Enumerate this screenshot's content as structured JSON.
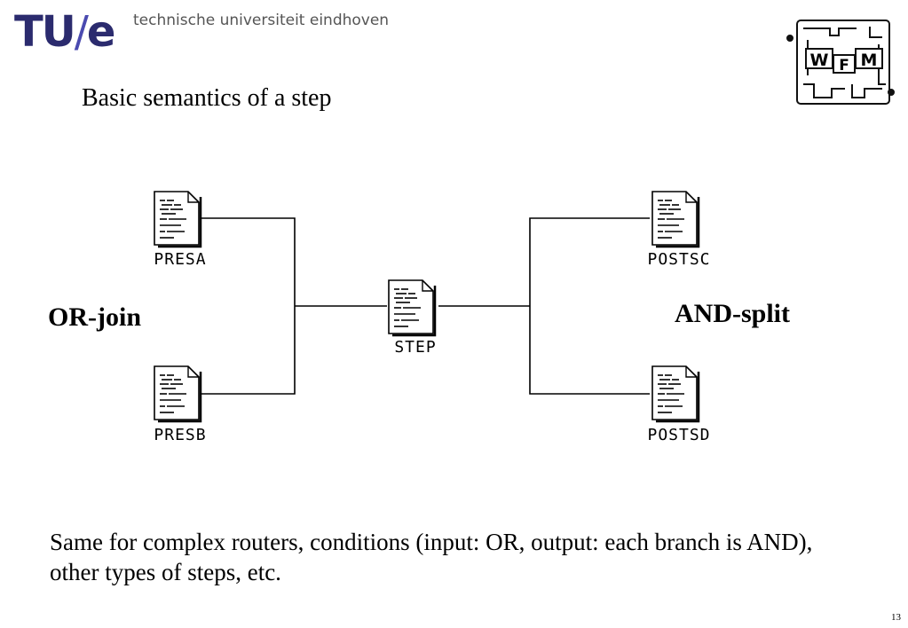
{
  "header": {
    "logo_main": "TU",
    "logo_slash": "/",
    "logo_e": "e",
    "university": "technische universiteit eindhoven",
    "badge": {
      "w": "W",
      "f": "F",
      "m": "M"
    }
  },
  "slide": {
    "title": "Basic semantics of a step",
    "or_join_label": "OR-join",
    "and_split_label": "AND-split",
    "footer": "Same for complex routers, conditions (input: OR, output: each branch is AND), other types of steps, etc.",
    "page_number": "13"
  },
  "nodes": {
    "presa": "PRESA",
    "presb": "PRESB",
    "step": "STEP",
    "postsc": "POSTSC",
    "postsd": "POSTSD"
  }
}
